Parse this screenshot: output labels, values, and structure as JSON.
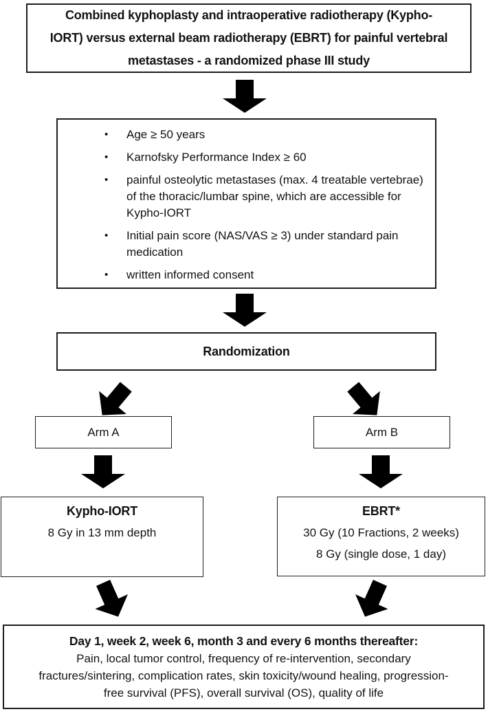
{
  "figure": {
    "title_lines": [
      "Combined kyphoplasty and intraoperative radiotherapy (Kypho-",
      "IORT) versus external beam radiotherapy (EBRT) for painful vertebral",
      "metastases - a randomized phase III study"
    ],
    "eligibility": {
      "bullet": "•",
      "items": [
        "Age ≥ 50 years",
        "Karnofsky Performance Index ≥ 60",
        "painful osteolytic metastases (max. 4 treatable vertebrae) of the thoracic/lumbar spine, which are accessible for Kypho-IORT",
        "Initial pain score (NAS/VAS ≥ 3) under standard pain medication",
        "written informed consent"
      ]
    },
    "randomization_label": "Randomization",
    "arms": {
      "a": {
        "label": "Arm A",
        "treatment_title": "Kypho-IORT",
        "lines": [
          "8 Gy in 13 mm depth"
        ]
      },
      "b": {
        "label": "Arm B",
        "treatment_title": "EBRT*",
        "lines": [
          "30 Gy (10 Fractions, 2 weeks)",
          "8 Gy (single dose, 1 day)"
        ]
      }
    },
    "followup": {
      "heading": "Day 1, week 2, week 6, month 3 and every 6 months thereafter:",
      "body_lines": [
        "Pain, local tumor control, frequency of re-intervention, secondary",
        "fractures/sintering, complication rates, skin toxicity/wound healing, progression-",
        "free survival (PFS), overall survival (OS), quality of life"
      ]
    },
    "colors": {
      "border": "#1c1c1c",
      "arrow": "#000000",
      "text": "#111111",
      "background": "#ffffff"
    }
  }
}
